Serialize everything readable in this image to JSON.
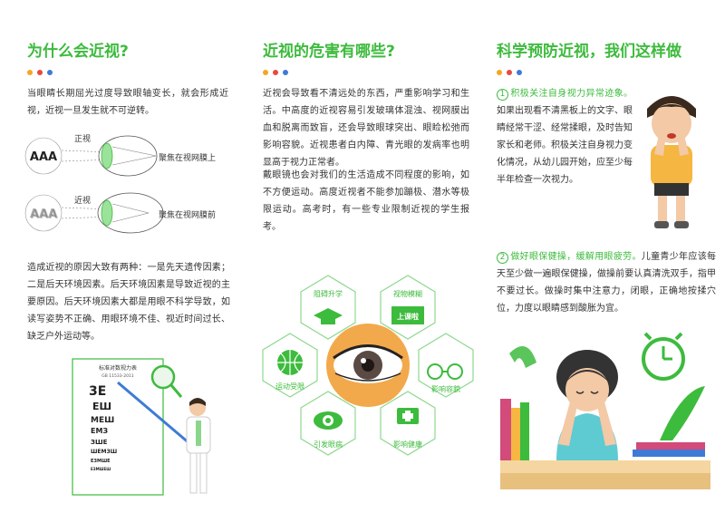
{
  "colors": {
    "green": "#3dbb3d",
    "dot_orange": "#f5a623",
    "dot_red": "#e9473f",
    "dot_blue": "#3e7bd6"
  },
  "col1": {
    "title": "为什么会近视?",
    "intro": "当眼睛长期屈光过度导致眼轴变长，就会形成近视，近视一旦发生就不可逆转。",
    "diagram": {
      "normal_label": "正视",
      "normal_caption": "聚焦在视网膜上",
      "myopia_label": "近视",
      "myopia_caption": "聚焦在视网膜前",
      "letters": "AAA"
    },
    "causes": "造成近视的原因大致有两种：一是先天遗传因素；二是后天环境因素。后天环境因素是导致近视的主要原因。后天环境因素大都是用眼不科学导致，如读写姿势不正确、用眼环境不佳、视近时间过长、缺乏户外运动等。",
    "eye_chart": {
      "title": "标准对数视力表",
      "code": "GB 11533-2011"
    }
  },
  "col2": {
    "title": "近视的危害有哪些?",
    "para1": "近视会导致看不清远处的东西，严重影响学习和生活。中高度的近视容易引发玻璃体混浊、视网膜出血和脱离而致盲，还会导致眼球突出、眼睑松弛而影响容貌。近视患者白内障、青光眼的发病率也明显高于视力正常者。",
    "para2": "戴眼镜也会对我们的生活造成不同程度的影响，如不方便运动。高度近视者不能参加蹦极、潜水等极限运动。高考时，有一些专业限制近视的学生报考。",
    "hex_labels": [
      "阻碍升学",
      "视物模糊",
      "影响容貌",
      "影响健康",
      "引发眼病",
      "运动受限"
    ],
    "board_text": "上课啦"
  },
  "col3": {
    "title": "科学预防近视，我们这样做",
    "item1_num": "1",
    "item1_head": "积极关注自身视力异常迹象。",
    "item1_body": "如果出现看不清黑板上的文字、眼睛经常干涩、经常揉眼，及时告知家长和老师。积极关注自身视力变化情况，从幼儿园开始，应至少每半年检查一次视力。",
    "item2_num": "2",
    "item2_head": "做好眼保健操，缓解用眼疲劳。",
    "item2_body": "儿童青少年应该每天至少做一遍眼保健操，做操前要认真清洗双手，指甲不要过长。做操时集中注意力，闭眼，正确地按揉穴位，力度以眼睛感到酸胀为宜。"
  }
}
